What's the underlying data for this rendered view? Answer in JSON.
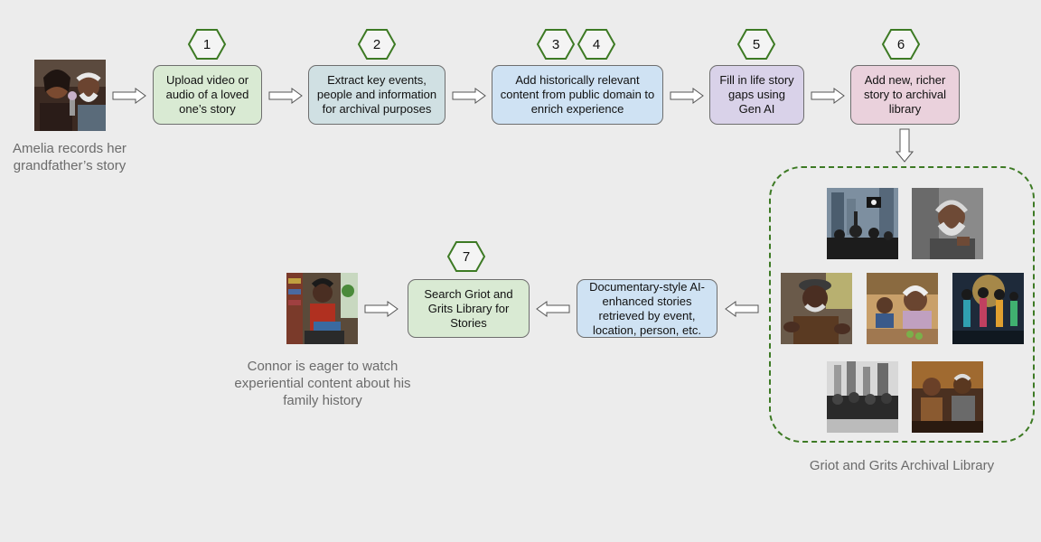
{
  "steps": {
    "s1": {
      "number": "1",
      "label": "Upload video or audio of a loved one’s story"
    },
    "s2": {
      "number": "2",
      "label": "Extract key events, people and information for archival purposes"
    },
    "s3": {
      "numbers": [
        "3",
        "4"
      ],
      "label": "Add historically relevant content from public domain to enrich experience"
    },
    "s5": {
      "number": "5",
      "label": "Fill in life story gaps using Gen AI"
    },
    "s6": {
      "number": "6",
      "label": "Add new, richer story to archival library"
    },
    "retrieve": {
      "label": "Documentary-style AI-enhanced stories retrieved by event, location, person, etc."
    },
    "s7": {
      "number": "7",
      "label": "Search Griot and Grits Library for Stories"
    }
  },
  "captions": {
    "amelia": "Amelia records her grandfather’s story",
    "connor": "Connor is eager to watch experiential content about his family history",
    "library": "Griot and Grits Archival Library"
  },
  "colors": {
    "hex_border": "#3d7a24",
    "green_box": "#d9ead3",
    "teal_box": "#d0e0e3",
    "blue_box": "#cfe2f3",
    "purple_box": "#d9d2e9",
    "pink_box": "#ead1dc",
    "library_border": "#3d7a24"
  },
  "images": [
    "amelia-grandfather-photo",
    "protest-photo",
    "elderly-man-portrait",
    "storyteller-man-photo",
    "grandmother-children-photo",
    "dancers-photo",
    "civil-rights-bw-photo",
    "two-elders-photo",
    "connor-reading-photo"
  ]
}
